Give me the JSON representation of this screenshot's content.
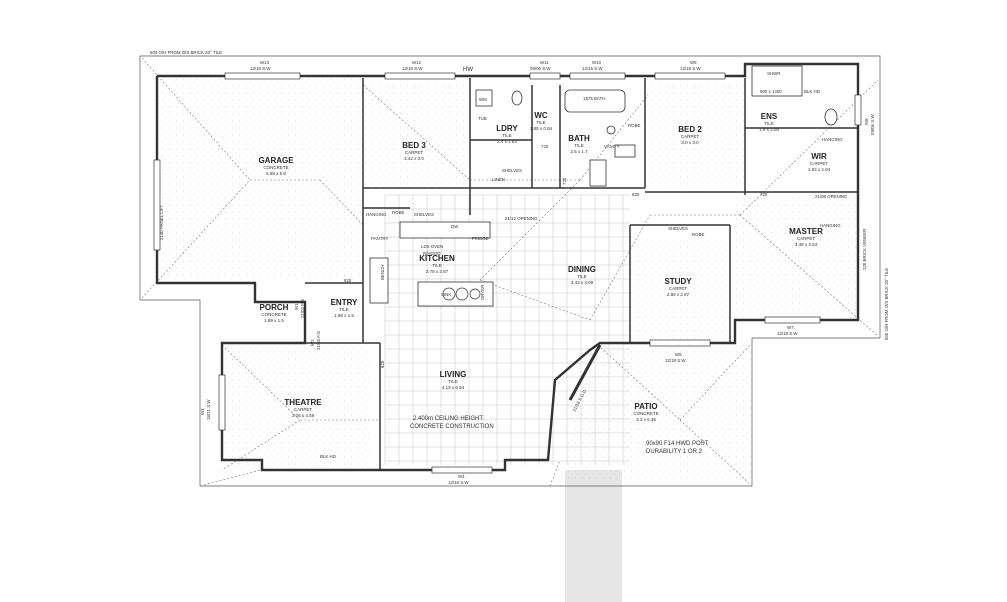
{
  "notes": {
    "top": "600 O/H FROM O/S BRICK 20° TILE",
    "right_eave": "600 O/H FROM O/S BRICK 20° TILE",
    "brick_veneer": "220 BRICK VENEER",
    "panel_lift": "2140 PANEL LIFT",
    "ceiling_1": "2.400m CEILING HEIGHT",
    "ceiling_2": "CONCRETE CONSTRUCTION",
    "post_1": "90x90 F14 HWD POST",
    "post_2": "DURABILITY 1 OR 2",
    "hw": "HW",
    "opening_kitchen": "21/12 OPENING",
    "opening_master": "21/08 OPENING",
    "bath_size": "1675 BATH",
    "shower": "SHWR",
    "shower_size": "900 x 1400",
    "blk_hd": "BLK HD",
    "sliding_door": "21/18 S.G.D"
  },
  "windows": [
    {
      "id": "W13",
      "size": "12/18 S.W"
    },
    {
      "id": "W12",
      "size": "12/18 S.W"
    },
    {
      "id": "W11",
      "size": "09/06 S.W"
    },
    {
      "id": "W10",
      "size": "12/15 S.W"
    },
    {
      "id": "W9",
      "size": "12/18 S.W"
    },
    {
      "id": "W8",
      "size": "09/06 S.W"
    },
    {
      "id": "W7",
      "size": "12/18 S.W"
    },
    {
      "id": "W5",
      "size": "12/18 S.W"
    },
    {
      "id": "W4",
      "size": "12/18 S.W"
    },
    {
      "id": "W3",
      "size": "18/21 S.W"
    },
    {
      "id": "W1",
      "size": "21/03 F.G"
    },
    {
      "id": "W2",
      "size": "21/03 F.G"
    }
  ],
  "rooms": {
    "garage": {
      "name": "GARAGE",
      "finish": "CONCRETE",
      "size": "5.98 x 5.8"
    },
    "bed3": {
      "name": "BED 3",
      "finish": "CARPET",
      "size": "3.42 x 3.0"
    },
    "ldry": {
      "name": "LDRY",
      "finish": "TILE",
      "size": "2.4 x 1.83"
    },
    "wc": {
      "name": "WC",
      "finish": "TILE",
      "size": "1.85 x 0.94"
    },
    "bath": {
      "name": "BATH",
      "finish": "TILE",
      "size": "2.5 x 1.7"
    },
    "bed2": {
      "name": "BED 2",
      "finish": "CARPET",
      "size": "3.0 x 3.0"
    },
    "ens": {
      "name": "ENS",
      "finish": "TILE",
      "size": "1.9 x 3.08"
    },
    "wir": {
      "name": "WIR",
      "finish": "CARPET",
      "size": "1.83 x 2.04"
    },
    "master": {
      "name": "MASTER",
      "finish": "CARPET",
      "size": "3.48 x 3.53"
    },
    "kitchen": {
      "name": "KITCHEN",
      "finish": "TILE",
      "size": "2.78 x 3.87"
    },
    "dining": {
      "name": "DINING",
      "finish": "TILE",
      "size": "3.43 x 3.09"
    },
    "study": {
      "name": "STUDY",
      "finish": "CARPET",
      "size": "2.89 x 2.87"
    },
    "porch": {
      "name": "PORCH",
      "finish": "CONCRETE",
      "size": "1.99 x 1.5"
    },
    "entry": {
      "name": "ENTRY",
      "finish": "TILE",
      "size": "1.98 x 1.5"
    },
    "living": {
      "name": "LIVING",
      "finish": "TILE",
      "size": "4.13 x 6.84"
    },
    "theatre": {
      "name": "THEATRE",
      "finish": "CARPET",
      "size": "3.28 x 4.48"
    },
    "patio": {
      "name": "PATIO",
      "finish": "CONCRETE",
      "size": "3.3 x 5.36"
    }
  },
  "fixtures": {
    "robe": "ROBE",
    "linen": "LINEN",
    "shelves": "SHELVES",
    "pantry": "PANTRY",
    "fridge": "FRIDGE",
    "dw": "DW",
    "oven": "LDS OVEN",
    "hood": "R/HOOD",
    "bench": "BENCH",
    "sink": "SINK",
    "vanity": "VANITY",
    "hanging": "HANGING",
    "wm": "WM",
    "tub": "TUB",
    "dryer": "DRYER",
    "door_720": "720",
    "door_820": "820"
  }
}
